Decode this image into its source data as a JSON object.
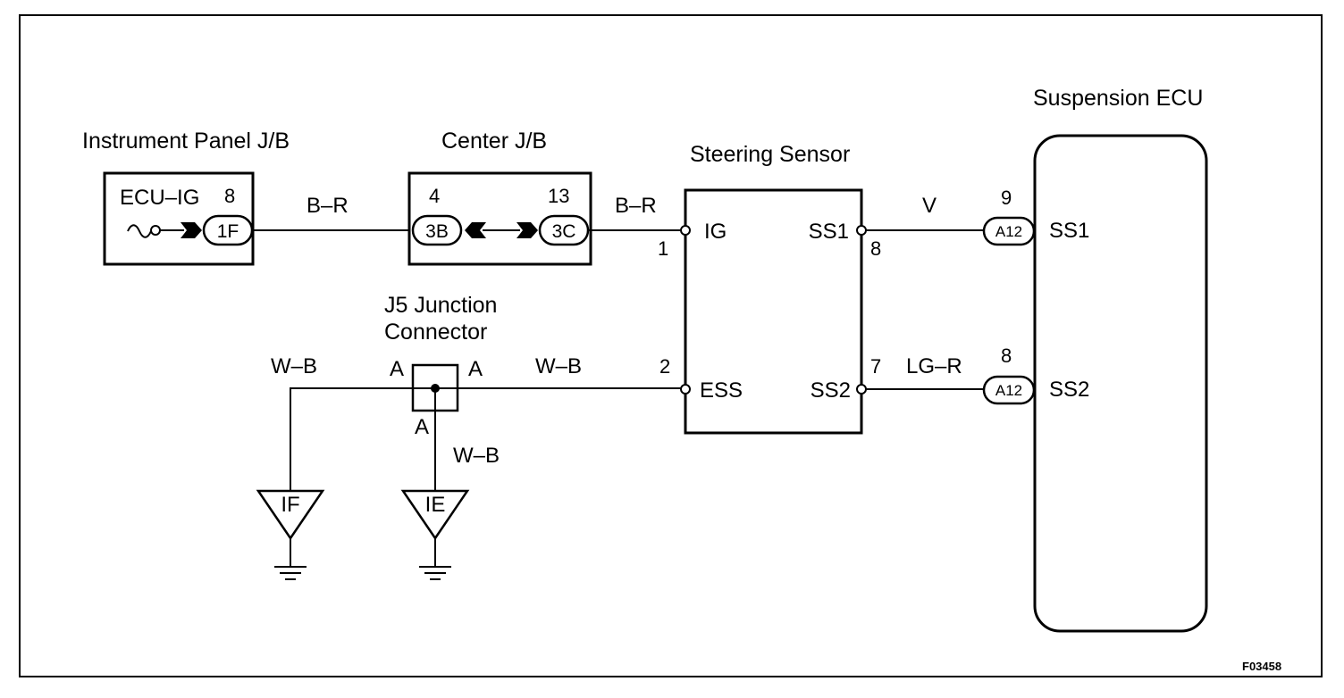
{
  "diagram": {
    "figure_id": "F03458",
    "components": {
      "instrument_panel_jb": {
        "title": "Instrument Panel J/B",
        "fuse": "ECU–IG",
        "pin": "8",
        "connector": "1F"
      },
      "center_jb": {
        "title": "Center J/B",
        "pin_left": "4",
        "conn_left": "3B",
        "pin_right": "13",
        "conn_right": "3C"
      },
      "steering_sensor": {
        "title": "Steering Sensor",
        "terminals": {
          "ig": "IG",
          "ess": "ESS",
          "ss1": "SS1",
          "ss2": "SS2"
        },
        "pins": {
          "ig": "1",
          "ess": "2",
          "ss1": "8",
          "ss2": "7"
        }
      },
      "suspension_ecu": {
        "title": "Suspension ECU",
        "terminals": {
          "ss1": "SS1",
          "ss2": "SS2"
        },
        "pins": {
          "ss1": "9",
          "ss2": "8"
        },
        "connector": "A12"
      },
      "j5_junction": {
        "title_line1": "J5 Junction",
        "title_line2": "Connector",
        "pin_label": "A"
      },
      "grounds": {
        "if": "IF",
        "ie": "IE"
      }
    },
    "wires": {
      "jb_to_center": "B–R",
      "center_to_sensor": "B–R",
      "sensor_ss1_to_ecu": "V",
      "sensor_ss2_to_ecu": "LG–R",
      "ground_if": "W–B",
      "junction_to_ess": "W–B",
      "ground_ie": "W–B"
    }
  }
}
